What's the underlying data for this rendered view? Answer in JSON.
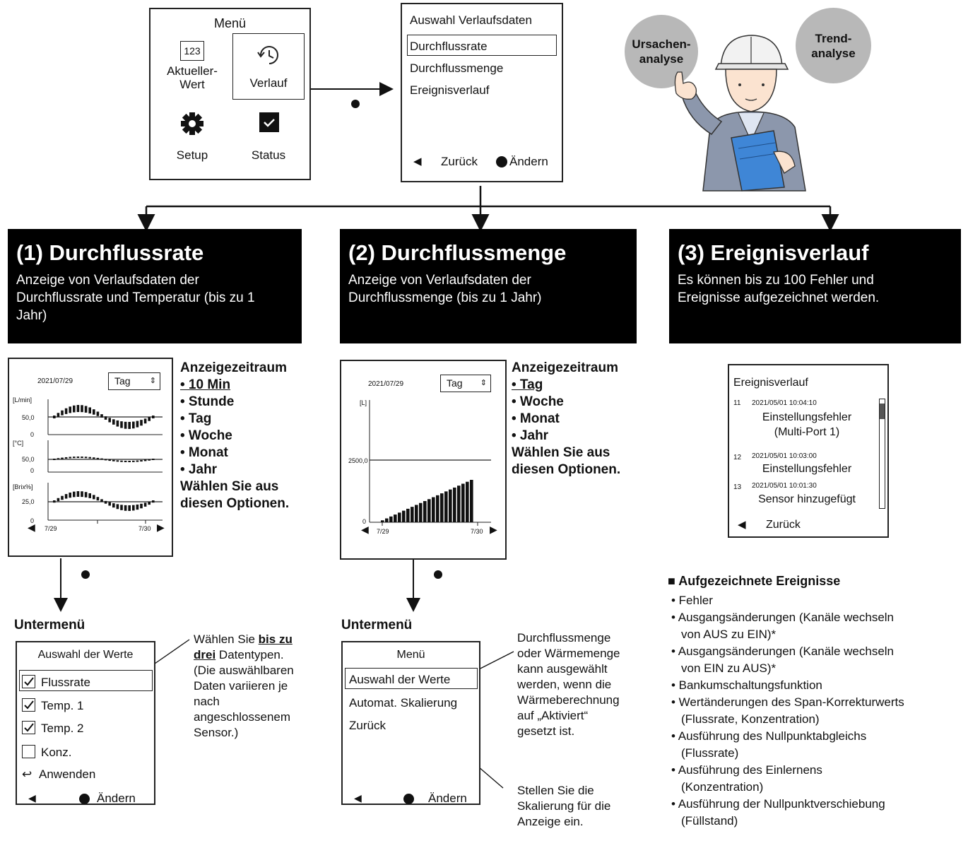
{
  "menu": {
    "title": "Menü",
    "items": {
      "current": {
        "icon_text": "123",
        "label1": "Aktueller-",
        "label2": "Wert"
      },
      "history": {
        "label": "Verlauf"
      },
      "setup": {
        "label": "Setup"
      },
      "status": {
        "label": "Status"
      }
    }
  },
  "history_select": {
    "title": "Auswahl Verlaufsdaten",
    "items": [
      "Durchflussrate",
      "Durchflussmenge",
      "Ereignisverlauf"
    ],
    "back": "Zurück",
    "change": "Ändern"
  },
  "analysis": {
    "cause1": "Ursachen-",
    "cause2": "analyse",
    "trend1": "Trend-",
    "trend2": "analyse"
  },
  "panels": [
    {
      "title": "(1) Durchflussrate",
      "l1": "Anzeige von Verlaufsdaten der",
      "l2": "Durchflussrate und Temperatur (bis zu 1",
      "l3": "Jahr)"
    },
    {
      "title": "(2) Durchflussmenge",
      "l1": "Anzeige von Verlaufsdaten der",
      "l2": "Durchflussmenge (bis zu 1 Jahr)"
    },
    {
      "title": "(3) Ereignisverlauf",
      "l1": "Es können bis zu 100 Fehler und",
      "l2": "Ereignisse aufgezeichnet werden."
    }
  ],
  "chart1": {
    "date": "2021/07/29",
    "period": "Tag",
    "units": [
      "[L/min]",
      "[°C]",
      "[Brix%]"
    ],
    "ticks": [
      "50,0",
      "0",
      "50,0",
      "0",
      "25,0",
      "0"
    ],
    "x_start": "7/29",
    "x_end": "7/30"
  },
  "options1": {
    "heading": "Anzeigezeitraum",
    "items": [
      "• 10 Min",
      "• Stunde",
      "• Tag",
      "• Woche",
      "• Monat",
      "• Jahr"
    ],
    "note1": "Wählen Sie aus",
    "note2": "diesen Optionen."
  },
  "chart2": {
    "date": "2021/07/29",
    "period": "Tag",
    "unit": "[L]",
    "tick_high": "2500,0",
    "tick_zero": "0",
    "x_start": "7/29",
    "x_end": "7/30",
    "chart_data": {
      "type": "bar",
      "values": [
        1,
        2,
        3,
        4,
        5,
        6,
        7,
        8,
        9,
        10,
        11,
        12,
        13,
        14,
        15,
        16,
        17,
        18,
        19,
        20,
        21,
        22
      ]
    }
  },
  "options2": {
    "heading": "Anzeigezeitraum",
    "items": [
      "• Tag",
      "• Woche",
      "• Monat",
      "• Jahr"
    ],
    "note1": "Wählen Sie aus",
    "note2": "diesen Optionen."
  },
  "events_screen": {
    "title": "Ereignisverlauf",
    "entries": [
      {
        "num": "11",
        "time": "2021/05/01 10:04:10",
        "l1": "Einstellungsfehler",
        "l2": "(Multi-Port 1)"
      },
      {
        "num": "12",
        "time": "2021/05/01 10:03:00",
        "l1": "Einstellungsfehler"
      },
      {
        "num": "13",
        "time": "2021/05/01 10:01:30",
        "l1": "Sensor hinzugefügt"
      }
    ],
    "back": "Zurück"
  },
  "submenu1": {
    "label": "Untermenü",
    "title": "Auswahl der Werte",
    "items": [
      "Flussrate",
      "Temp. 1",
      "Temp. 2",
      "Konz."
    ],
    "apply": "Anwenden",
    "change": "Ändern"
  },
  "note1": {
    "pre": "Wählen Sie ",
    "em1": "bis zu",
    "em2": "drei",
    "post": " Datentypen.",
    "l3": "(Die auswählbaren",
    "l4": "Daten variieren je",
    "l5": "nach",
    "l6": "angeschlossenem",
    "l7": "Sensor.)"
  },
  "submenu2": {
    "label": "Untermenü",
    "title": "Menü",
    "items": [
      "Auswahl der Werte",
      "Automat. Skalierung",
      "Zurück"
    ],
    "change": "Ändern"
  },
  "note2": {
    "lines": [
      "Durchflussmenge",
      "oder Wärmemenge",
      "kann ausgewählt",
      "werden, wenn die",
      "Wärmeberechnung",
      "auf „Aktiviert“",
      "gesetzt ist."
    ]
  },
  "note3": {
    "lines": [
      "Stellen Sie die",
      "Skalierung für die",
      "Anzeige ein."
    ]
  },
  "events_list": {
    "heading": "■ Aufgezeichnete Ereignisse",
    "items": [
      [
        "• Fehler"
      ],
      [
        "• Ausgangsänderungen (Kanäle wechseln",
        "von AUS zu EIN)*"
      ],
      [
        "• Ausgangsänderungen (Kanäle wechseln",
        "von EIN zu AUS)*"
      ],
      [
        "• Bankumschaltungsfunktion"
      ],
      [
        "• Wertänderungen des Span-Korrekturwerts",
        "(Flussrate, Konzentration)"
      ],
      [
        "• Ausführung des Nullpunktabgleichs",
        "(Flussrate)"
      ],
      [
        "• Ausführung des Einlernens",
        "(Konzentration)"
      ],
      [
        "• Ausführung der Nullpunktverschiebung",
        "(Füllstand)"
      ]
    ]
  }
}
